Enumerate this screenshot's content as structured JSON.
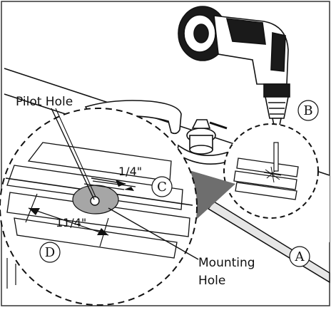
{
  "labels": {
    "pilot_hole": "Pilot Hole",
    "mounting_hole_line1": "Mounting",
    "mounting_hole_line2": "Hole",
    "dim_small": "1/4\"",
    "dim_large": "11/4\""
  },
  "markers": {
    "a": "A",
    "b": "B",
    "c": "C",
    "d": "D"
  },
  "icons": {
    "drill": "power-drill-icon"
  },
  "colors": {
    "line": "#111111",
    "hole_fill": "#a6a6a6",
    "arrow_fill": "#6e6e6e",
    "counter_fill": "#e6e6e6",
    "border": "#333333"
  }
}
